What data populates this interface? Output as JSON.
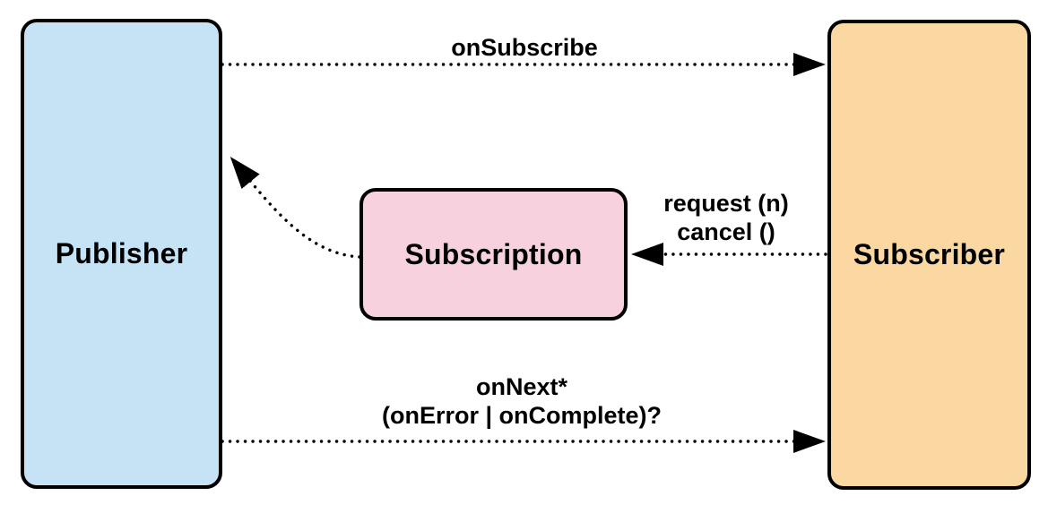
{
  "diagram": {
    "type": "reactive-streams-flow",
    "background": "#ffffff",
    "stroke_color": "#000000",
    "line_style": "dotted",
    "nodes": {
      "publisher": {
        "label": "Publisher",
        "fill": "#c5e3f5"
      },
      "subscription": {
        "label": "Subscription",
        "fill": "#f7d2de"
      },
      "subscriber": {
        "label": "Subscriber",
        "fill": "#fbd7a1"
      }
    },
    "arrows": {
      "on_subscribe": {
        "label": "onSubscribe",
        "from": "Publisher",
        "to": "Subscriber"
      },
      "request_cancel": {
        "label_line1": "request (n)",
        "label_line2": "cancel ()",
        "from": "Subscriber",
        "to": "Subscription"
      },
      "subscription_to_publisher": {
        "label": "",
        "from": "Subscription",
        "to": "Publisher"
      },
      "on_next": {
        "label_line1": "onNext*",
        "label_line2": "(onError | onComplete)?",
        "from": "Publisher",
        "to": "Subscriber"
      }
    }
  }
}
